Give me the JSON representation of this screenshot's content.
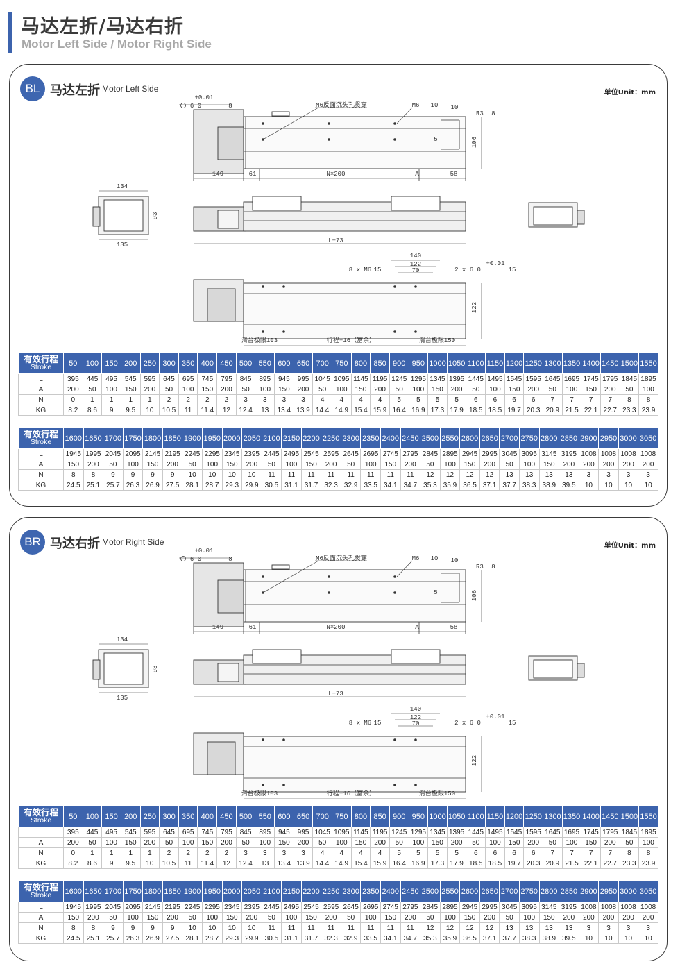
{
  "header": {
    "title_cn": "马达左折/马达右折",
    "title_en": "Motor Left Side / Motor Right Side"
  },
  "sections": [
    {
      "badge": "BL",
      "title_cn": "马达左折",
      "title_en": "Motor Left Side",
      "unit": "单位Unit：mm",
      "labels": {
        "tol1": "+0.01",
        "hole1": "6  0",
        "depth1": "8",
        "m6cs": "M6反面沉头孔贯穿",
        "m6": "M6",
        "d10a": "10",
        "d10b": "10",
        "r3": "R3",
        "r3d": "8",
        "d5": "5",
        "d106": "106",
        "d149": "149",
        "d61": "61",
        "n200": "N×200",
        "dA": "A",
        "d58": "58",
        "d134": "134",
        "d93": "93",
        "d135": "135",
        "l73": "L+73",
        "d140": "140",
        "d122": "122",
        "d70": "70",
        "tol2": "+0.01",
        "m6x8": "8 x  M6",
        "d15a": "15",
        "pin": "2 x   6  0",
        "d15b": "15",
        "d122v": "122",
        "lim1": "滑台极限103",
        "stroke16": "行程+16（富余）",
        "lim2": "滑台极限150"
      }
    },
    {
      "badge": "BR",
      "title_cn": "马达右折",
      "title_en": "Motor Right Side",
      "unit": "单位Unit：mm",
      "labels": {
        "tol1": "+0.01",
        "hole1": "6  0",
        "depth1": "8",
        "m6cs": "M6反面沉头孔贯穿",
        "m6": "M6",
        "d10a": "10",
        "d10b": "10",
        "r3": "R3",
        "r3d": "8",
        "d5": "5",
        "d106": "106",
        "d149": "149",
        "d61": "61",
        "n200": "N×200",
        "dA": "A",
        "d58": "58",
        "d134": "134",
        "d93": "93",
        "d135": "135",
        "l73": "L+73",
        "d140": "140",
        "d122": "122",
        "d70": "70",
        "tol2": "+0.01",
        "m6x8": "8 x  M6",
        "d15a": "15",
        "pin": "2 x   6  0",
        "d15b": "15",
        "d122v": "122",
        "lim1": "滑台极限103",
        "stroke16": "行程+16（富余）",
        "lim2": "滑台极限150"
      }
    }
  ],
  "stroke_header": {
    "cn": "有效行程",
    "en": "Stroke"
  },
  "row_labels": [
    "L",
    "A",
    "N",
    "KG"
  ],
  "table1": {
    "stroke": [
      "50",
      "100",
      "150",
      "200",
      "250",
      "300",
      "350",
      "400",
      "450",
      "500",
      "550",
      "600",
      "650",
      "700",
      "750",
      "800",
      "850",
      "900",
      "950",
      "1000",
      "1050",
      "1100",
      "1150",
      "1200",
      "1250",
      "1300",
      "1350",
      "1400",
      "1450",
      "1500",
      "1550"
    ],
    "L": [
      "395",
      "445",
      "495",
      "545",
      "595",
      "645",
      "695",
      "745",
      "795",
      "845",
      "895",
      "945",
      "995",
      "1045",
      "1095",
      "1145",
      "1195",
      "1245",
      "1295",
      "1345",
      "1395",
      "1445",
      "1495",
      "1545",
      "1595",
      "1645",
      "1695",
      "1745",
      "1795",
      "1845",
      "1895"
    ],
    "A": [
      "200",
      "50",
      "100",
      "150",
      "200",
      "50",
      "100",
      "150",
      "200",
      "50",
      "100",
      "150",
      "200",
      "50",
      "100",
      "150",
      "200",
      "50",
      "100",
      "150",
      "200",
      "50",
      "100",
      "150",
      "200",
      "50",
      "100",
      "150",
      "200",
      "50",
      "100"
    ],
    "N": [
      "0",
      "1",
      "1",
      "1",
      "1",
      "2",
      "2",
      "2",
      "2",
      "3",
      "3",
      "3",
      "3",
      "4",
      "4",
      "4",
      "4",
      "5",
      "5",
      "5",
      "5",
      "6",
      "6",
      "6",
      "6",
      "7",
      "7",
      "7",
      "7",
      "8",
      "8"
    ],
    "KG": [
      "8.2",
      "8.6",
      "9",
      "9.5",
      "10",
      "10.5",
      "11",
      "11.4",
      "12",
      "12.4",
      "13",
      "13.4",
      "13.9",
      "14.4",
      "14.9",
      "15.4",
      "15.9",
      "16.4",
      "16.9",
      "17.3",
      "17.9",
      "18.5",
      "18.5",
      "19.7",
      "20.3",
      "20.9",
      "21.5",
      "22.1",
      "22.7",
      "23.3",
      "23.9"
    ]
  },
  "table2": {
    "stroke": [
      "1600",
      "1650",
      "1700",
      "1750",
      "1800",
      "1850",
      "1900",
      "1950",
      "2000",
      "2050",
      "2100",
      "2150",
      "2200",
      "2250",
      "2300",
      "2350",
      "2400",
      "2450",
      "2500",
      "2550",
      "2600",
      "2650",
      "2700",
      "2750",
      "2800",
      "2850",
      "2900",
      "2950",
      "3000",
      "3050"
    ],
    "L": [
      "1945",
      "1995",
      "2045",
      "2095",
      "2145",
      "2195",
      "2245",
      "2295",
      "2345",
      "2395",
      "2445",
      "2495",
      "2545",
      "2595",
      "2645",
      "2695",
      "2745",
      "2795",
      "2845",
      "2895",
      "2945",
      "2995",
      "3045",
      "3095",
      "3145",
      "3195",
      "1008",
      "1008",
      "1008",
      "1008"
    ],
    "A": [
      "150",
      "200",
      "50",
      "100",
      "150",
      "200",
      "50",
      "100",
      "150",
      "200",
      "50",
      "100",
      "150",
      "200",
      "50",
      "100",
      "150",
      "200",
      "50",
      "100",
      "150",
      "200",
      "50",
      "100",
      "150",
      "200",
      "200",
      "200",
      "200",
      "200"
    ],
    "N": [
      "8",
      "8",
      "9",
      "9",
      "9",
      "9",
      "10",
      "10",
      "10",
      "10",
      "11",
      "11",
      "11",
      "11",
      "11",
      "11",
      "11",
      "11",
      "12",
      "12",
      "12",
      "12",
      "13",
      "13",
      "13",
      "13",
      "3",
      "3",
      "3",
      "3"
    ],
    "KG": [
      "24.5",
      "25.1",
      "25.7",
      "26.3",
      "26.9",
      "27.5",
      "28.1",
      "28.7",
      "29.3",
      "29.9",
      "30.5",
      "31.1",
      "31.7",
      "32.3",
      "32.9",
      "33.5",
      "34.1",
      "34.7",
      "35.3",
      "35.9",
      "36.5",
      "37.1",
      "37.7",
      "38.3",
      "38.9",
      "39.5",
      "10",
      "10",
      "10",
      "10"
    ]
  }
}
